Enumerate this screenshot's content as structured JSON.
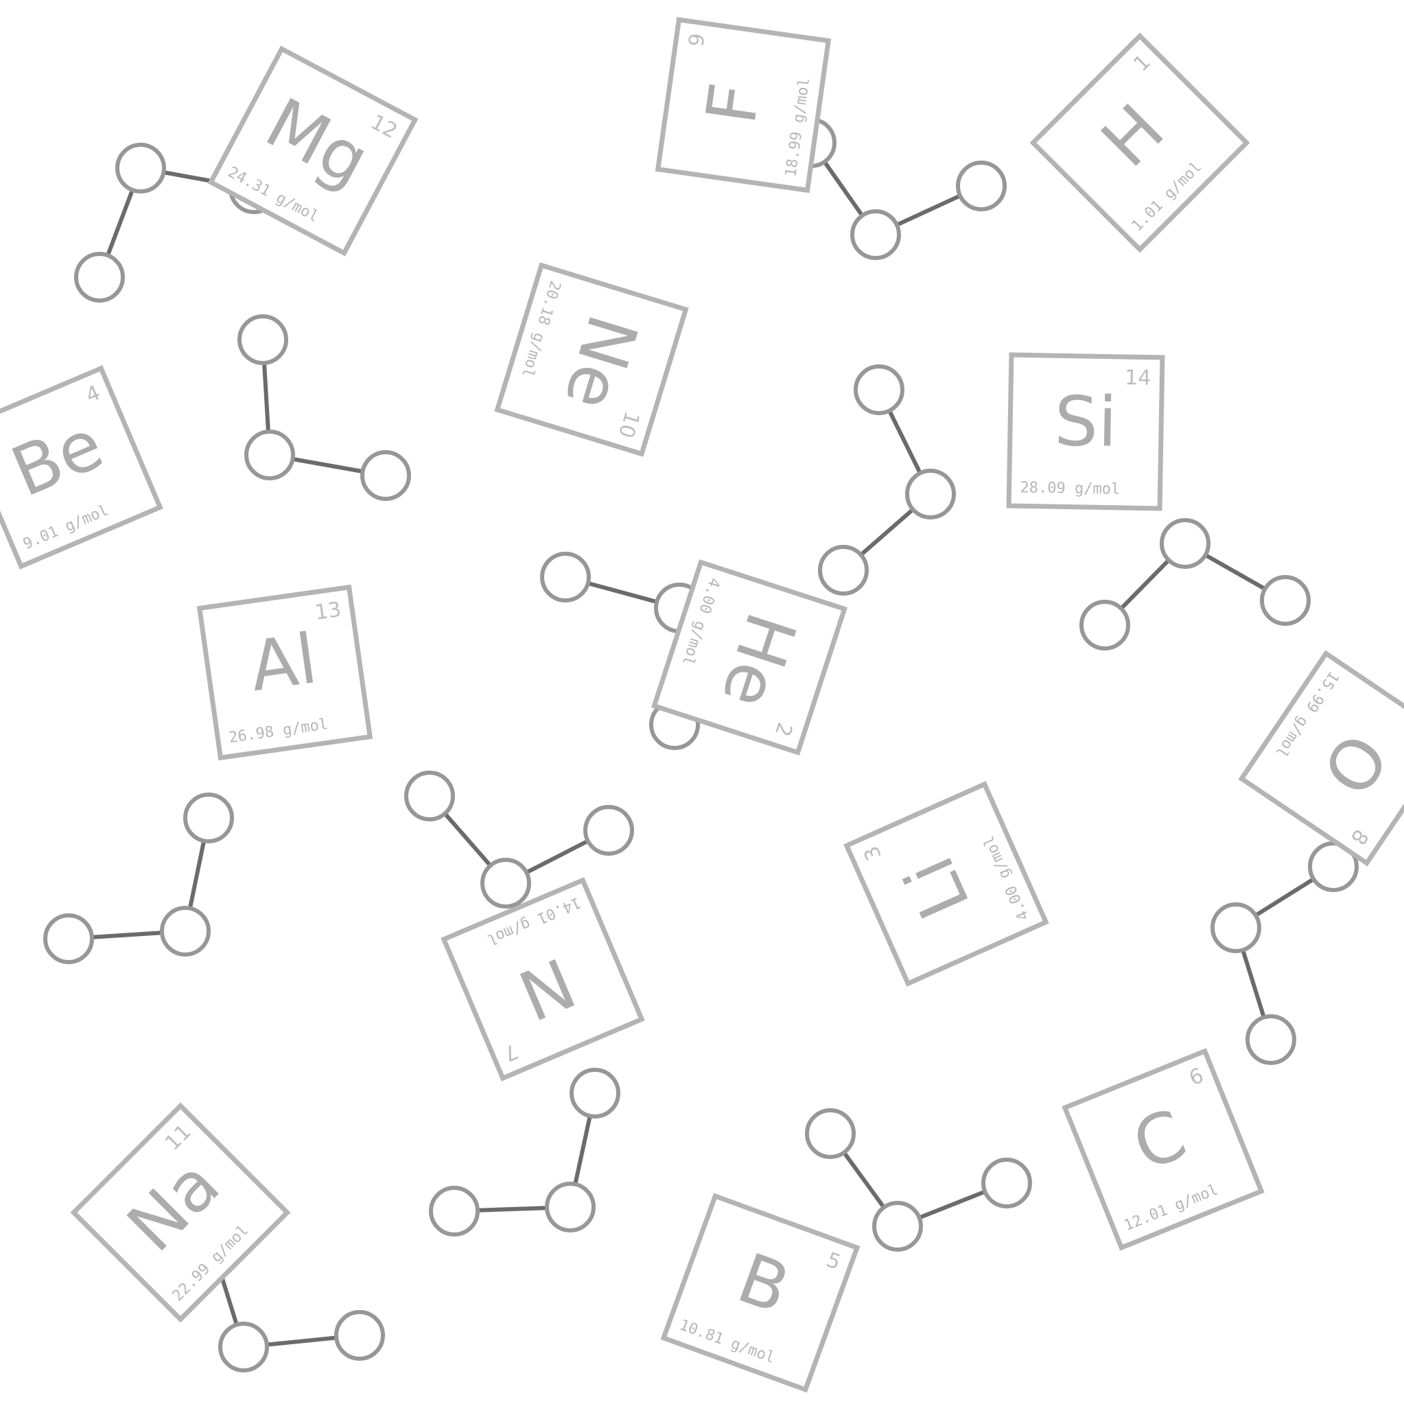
{
  "background_color": "#ffffff",
  "colors": {
    "tile_border": "#b4b4b4",
    "symbol": "#acacac",
    "bond": "#6b6b6b",
    "atom_ring": "#979797"
  },
  "mass_unit": "g/mol",
  "elements": [
    {
      "symbol": "H",
      "number": "1",
      "mass": "1.01 g/mol"
    },
    {
      "symbol": "He",
      "number": "2",
      "mass": "4.00 g/mol"
    },
    {
      "symbol": "Li",
      "number": "3",
      "mass": "4.00 g/mol"
    },
    {
      "symbol": "Be",
      "number": "4",
      "mass": "9.01 g/mol"
    },
    {
      "symbol": "B",
      "number": "5",
      "mass": "10.81 g/mol"
    },
    {
      "symbol": "C",
      "number": "6",
      "mass": "12.01 g/mol"
    },
    {
      "symbol": "N",
      "number": "7",
      "mass": "14.01 g/mol"
    },
    {
      "symbol": "O",
      "number": "8",
      "mass": "15.99 g/mol"
    },
    {
      "symbol": "F",
      "number": "9",
      "mass": "18.99 g/mol"
    },
    {
      "symbol": "Ne",
      "number": "10",
      "mass": "20.18 g/mol"
    },
    {
      "symbol": "Na",
      "number": "11",
      "mass": "22.99 g/mol"
    },
    {
      "symbol": "Mg",
      "number": "12",
      "mass": "24.31 g/mol"
    },
    {
      "symbol": "Al",
      "number": "13",
      "mass": "26.98 g/mol"
    },
    {
      "symbol": "Si",
      "number": "14",
      "mass": "28.09 g/mol"
    }
  ]
}
